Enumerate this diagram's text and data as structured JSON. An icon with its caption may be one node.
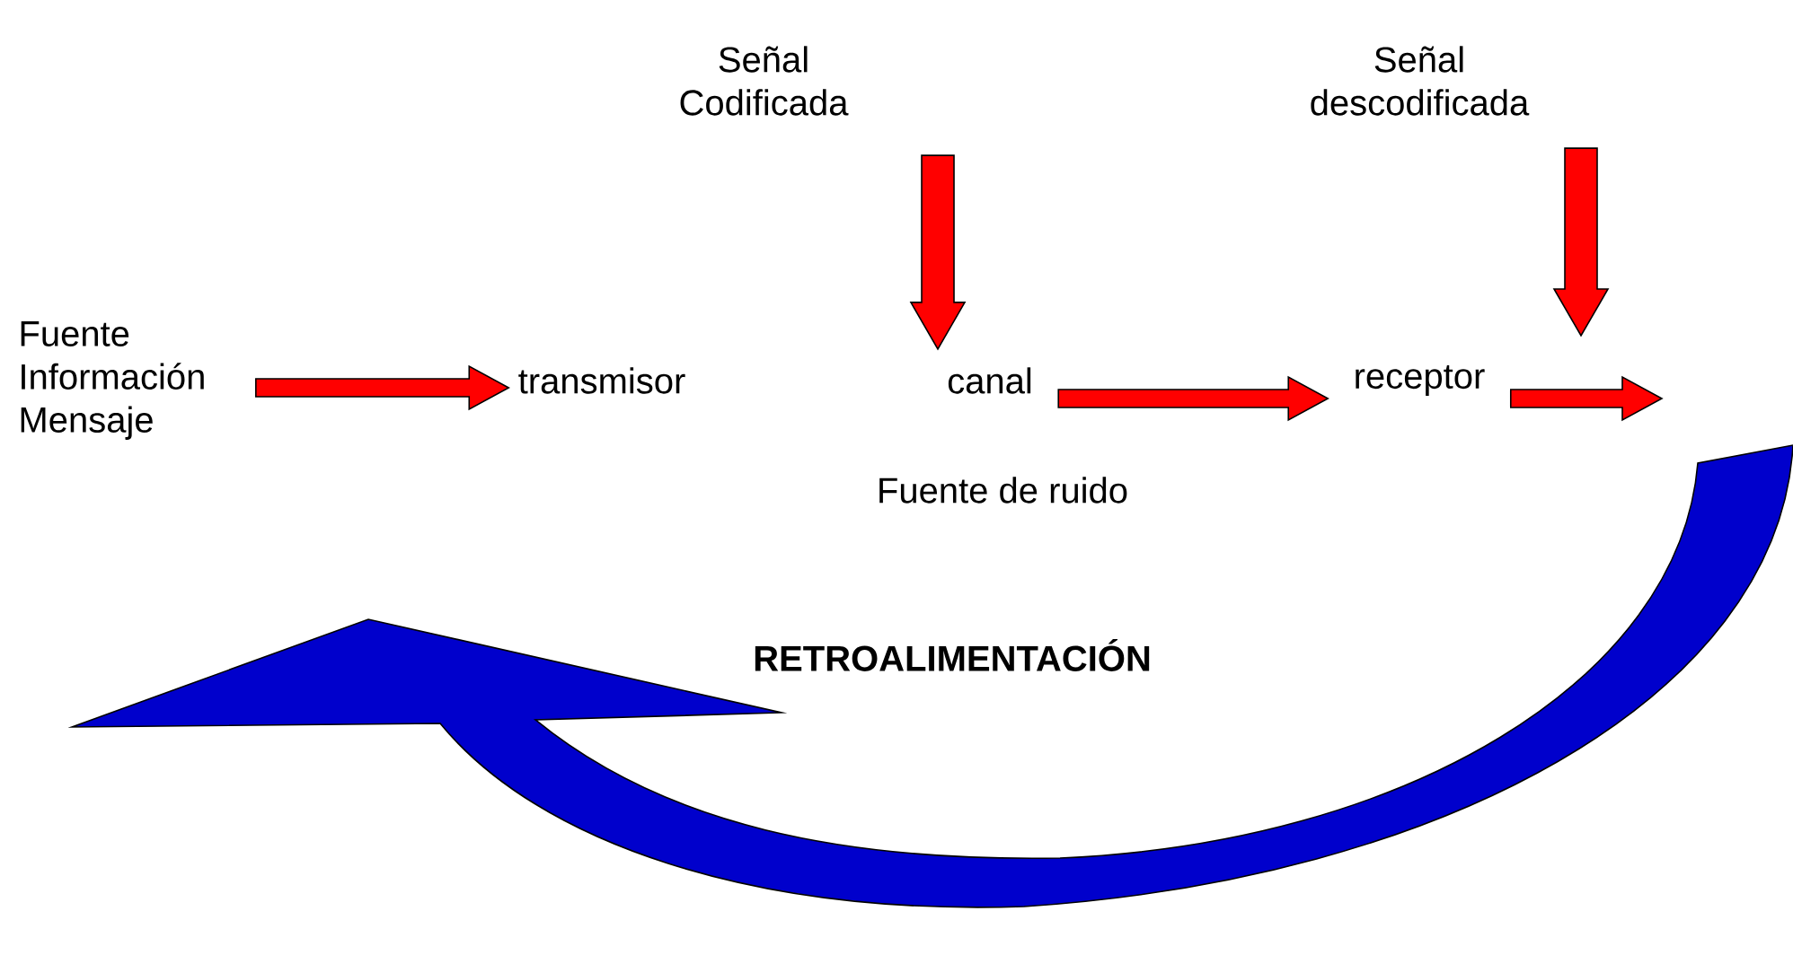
{
  "diagram": {
    "nodes": [
      {
        "text": [
          "Fuente Información Mensaje"
        ]
      },
      {
        "text": [
          "transmisor"
        ]
      },
      {
        "text": [
          "Señal Codificada"
        ]
      },
      {
        "text": [
          "canal"
        ]
      },
      {
        "text": [
          "Señal descodificada"
        ]
      },
      {
        "text": [
          "receptor"
        ]
      }
    ],
    "edges": [
      {
        "from": 0,
        "to": 1,
        "arrow": "to"
      },
      {
        "from": 2,
        "to": 3,
        "arrow": "to"
      },
      {
        "from": 3,
        "to": 5,
        "arrow": "to"
      },
      {
        "from": 5,
        "to": null,
        "arrow": "to"
      },
      {
        "from": 4,
        "to": null,
        "arrow": "to"
      }
    ],
    "labels": [
      "Fuente de ruido",
      "RETROALIMENTACIÓN"
    ]
  }
}
